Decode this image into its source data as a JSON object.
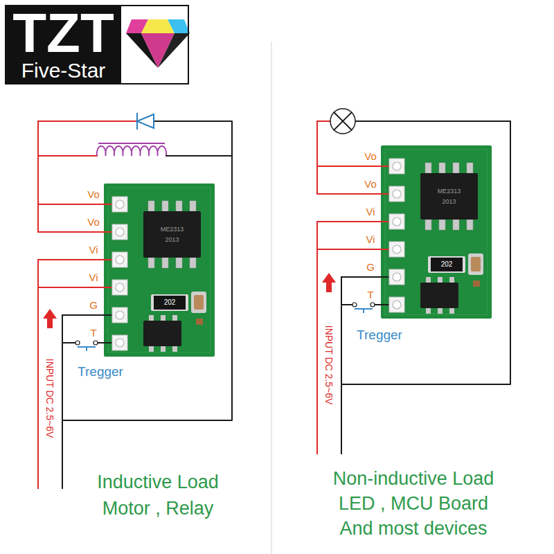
{
  "diagram": {
    "nodes": [
      {
        "text": [
          "TZT",
          "Five-Star"
        ]
      }
    ],
    "labels": [
      "Vo",
      "Vo",
      "Vi",
      "Vi",
      "G",
      "T",
      "ME2313",
      "2013",
      "202",
      "Tregger",
      "INPUT DC 2.5~6V",
      "Inductive Load",
      "Motor , Relay",
      "Vo",
      "Vo",
      "Vi",
      "Vi",
      "G",
      "T",
      "ME2313",
      "2013",
      "202",
      "Tregger",
      "INPUT DC 2.5~6V",
      "Non-inductive Load",
      "LED , MCU Board",
      "And most devices"
    ]
  }
}
